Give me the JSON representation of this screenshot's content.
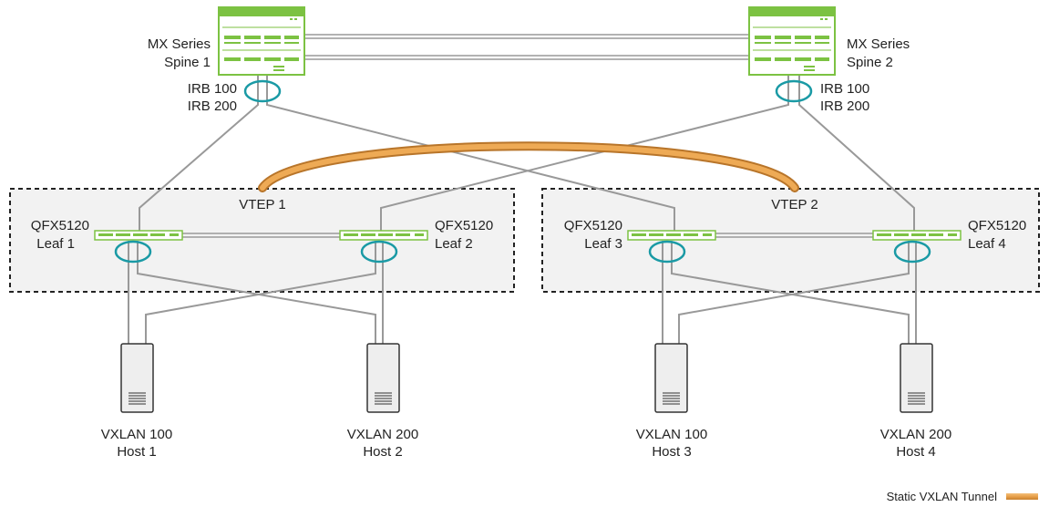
{
  "spines": [
    {
      "line1": "MX Series",
      "line2": "Spine 1"
    },
    {
      "line1": "MX Series",
      "line2": "Spine 2"
    }
  ],
  "irb": [
    {
      "line1": "IRB 100",
      "line2": "IRB 200"
    },
    {
      "line1": "IRB 100",
      "line2": "IRB 200"
    }
  ],
  "vteps": [
    {
      "label": "VTEP 1"
    },
    {
      "label": "VTEP 2"
    }
  ],
  "leaves": [
    {
      "line1": "QFX5120",
      "line2": "Leaf 1"
    },
    {
      "line1": "QFX5120",
      "line2": "Leaf 2"
    },
    {
      "line1": "QFX5120",
      "line2": "Leaf 3"
    },
    {
      "line1": "QFX5120",
      "line2": "Leaf 4"
    }
  ],
  "hosts": [
    {
      "line1": "VXLAN 100",
      "line2": "Host 1"
    },
    {
      "line1": "VXLAN 200",
      "line2": "Host 2"
    },
    {
      "line1": "VXLAN 100",
      "line2": "Host 3"
    },
    {
      "line1": "VXLAN 200",
      "line2": "Host 4"
    }
  ],
  "legend": {
    "label": "Static VXLAN Tunnel"
  },
  "colors": {
    "device_green": "#7cc242",
    "link_gray": "#999999",
    "ring_teal": "#1a9aa5",
    "tunnel_orange": "#e8a04a",
    "vtep_box_fill": "#f2f2f2",
    "host_fill": "#eeeeee"
  }
}
